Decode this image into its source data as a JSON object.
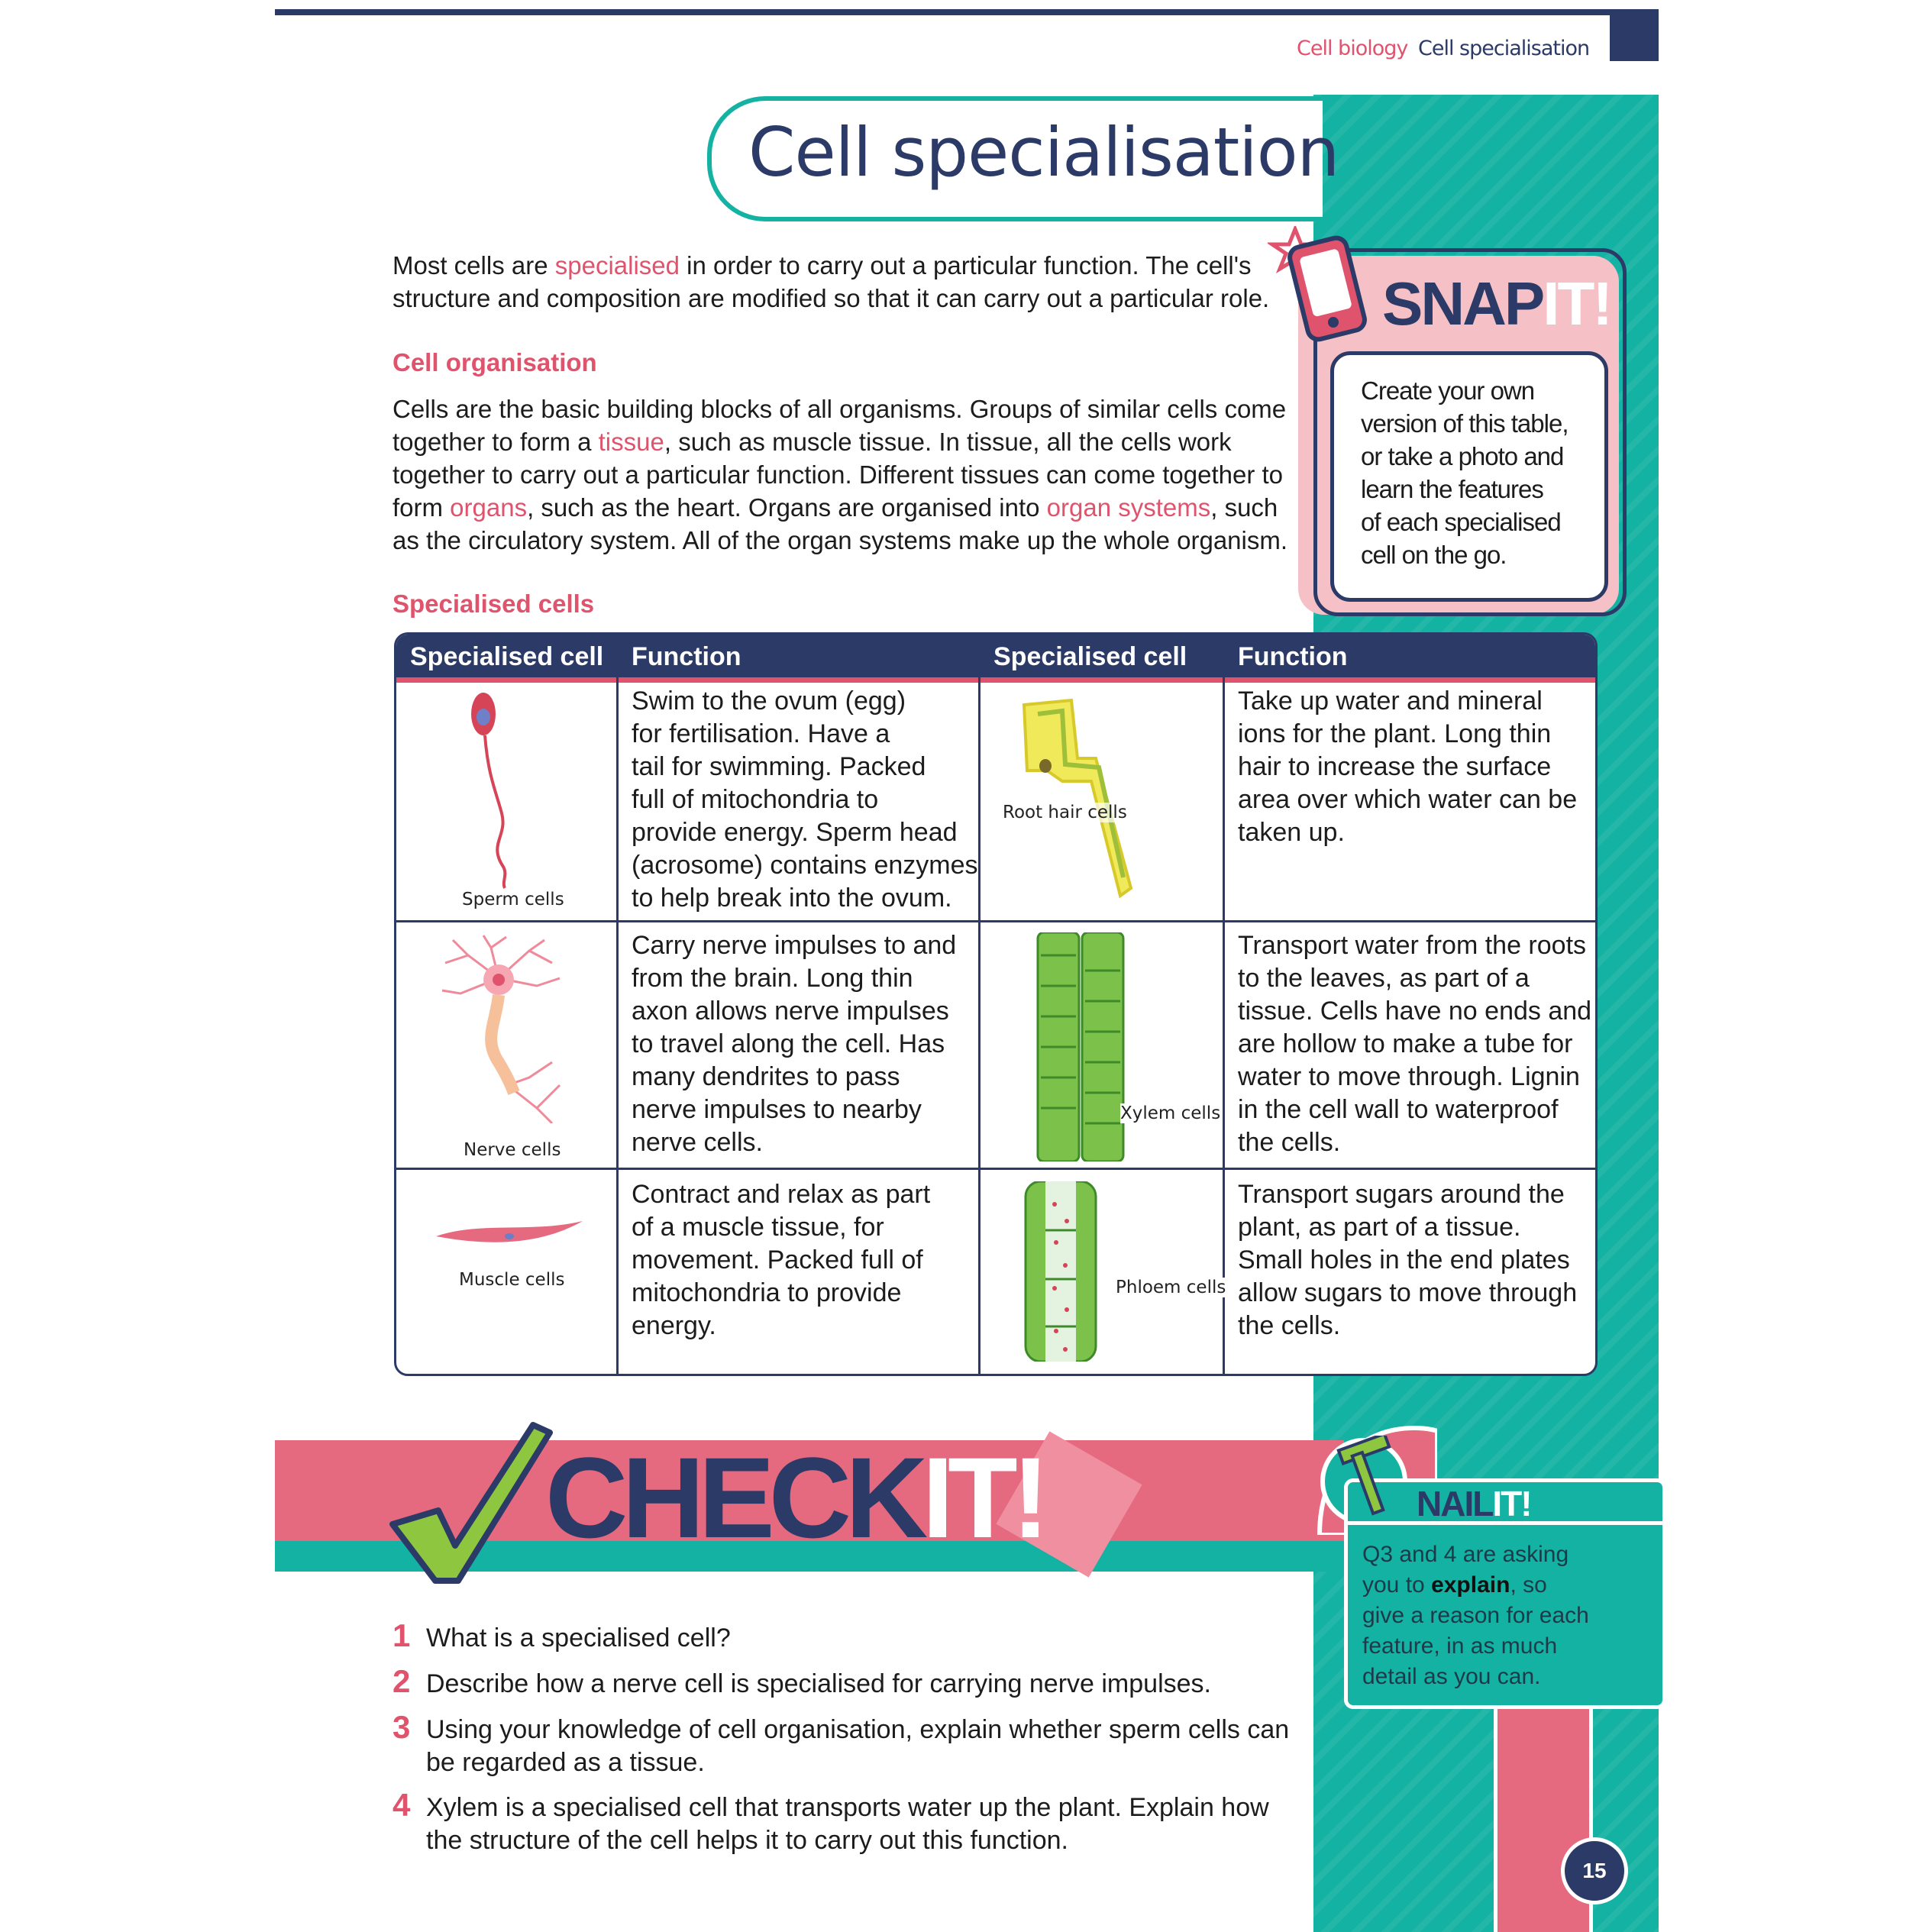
{
  "header": {
    "section": "Cell biology",
    "topic": "Cell specialisation"
  },
  "title": "Cell specialisation",
  "intro": {
    "p1": "Most cells are ",
    "term": "specialised",
    "p2": " in order to carry out a particular function. The cell's",
    "line2": "structure and composition are modified so that it can carry out a particular role."
  },
  "organisation": {
    "heading": "Cell organisation",
    "l1": "Cells are the basic building blocks of all organisms. Groups of similar cells come",
    "l2a": "together to form a ",
    "l2term": "tissue",
    "l2b": ", such as muscle tissue. In tissue, all the cells work",
    "l3": "together to carry out a particular function. Different tissues can come together to",
    "l4a": "form ",
    "l4term1": "organs",
    "l4b": ", such as the heart. Organs are organised into ",
    "l4term2": "organ systems",
    "l4c": ", such",
    "l5": "as the circulatory system. All of the organ systems make up the whole organism."
  },
  "specialised_heading": "Specialised cells",
  "snap": {
    "title_a": "SNAP",
    "title_b": "IT!",
    "lines": [
      "Create your own",
      "version of this table,",
      "or take a photo and",
      "learn the features",
      "of each specialised",
      "cell on the go."
    ]
  },
  "table": {
    "headers": [
      "Specialised cell",
      "Function",
      "Specialised cell",
      "Function"
    ],
    "rows": [
      {
        "left_label": "Sperm cells",
        "left_fn": [
          "Swim to the ovum (egg)",
          "for fertilisation. Have a",
          "tail for swimming. Packed",
          "full of mitochondria to",
          "provide energy. Sperm head",
          "(acrosome) contains enzymes",
          "to help break into the ovum."
        ],
        "right_label": "Root hair cells",
        "right_fn": [
          "Take up water and mineral",
          "ions for the plant. Long thin",
          "hair to increase the surface",
          "area over which water can be",
          "taken up."
        ]
      },
      {
        "left_label": "Nerve cells",
        "left_fn": [
          "Carry nerve impulses to and",
          "from the brain. Long thin",
          "axon allows nerve impulses",
          "to travel along the cell. Has",
          "many dendrites to pass",
          "nerve impulses to nearby",
          "nerve cells."
        ],
        "right_label": "Xylem cells",
        "right_fn": [
          "Transport water from the roots",
          "to the leaves, as part of a",
          "tissue. Cells have no ends and",
          "are hollow to make a tube for",
          "water to move through. Lignin",
          "in the cell wall to waterproof",
          "the cells."
        ]
      },
      {
        "left_label": "Muscle cells",
        "left_fn": [
          "Contract and relax as part",
          "of a muscle tissue, for",
          "movement. Packed full of",
          "mitochondria to provide",
          "energy."
        ],
        "right_label": "Phloem cells",
        "right_fn": [
          "Transport sugars around the",
          "plant, as part of a tissue.",
          "Small holes in the end plates",
          "allow sugars to move through",
          "the cells."
        ]
      }
    ]
  },
  "check": {
    "title_a": "CHECK",
    "title_b": "IT!",
    "questions": [
      {
        "num": "1",
        "lines": [
          "What is a specialised cell?"
        ]
      },
      {
        "num": "2",
        "lines": [
          "Describe how a nerve cell is specialised for carrying nerve impulses."
        ]
      },
      {
        "num": "3",
        "lines": [
          "Using your knowledge of cell organisation, explain whether sperm cells can",
          "be regarded as a tissue."
        ]
      },
      {
        "num": "4",
        "lines": [
          "Xylem is a specialised cell that transports water up the plant. Explain how",
          "the structure of the cell helps it to carry out this function."
        ]
      }
    ]
  },
  "nail": {
    "title_a": "NAIL",
    "title_b": "IT!",
    "l1": "Q3 and 4 are asking",
    "l2a": "you to ",
    "l2b": "explain",
    "l2c": ", so",
    "l3": "give a reason for each",
    "l4": "feature, in as much",
    "l5": "detail as you can."
  },
  "page_number": "15",
  "colors": {
    "navy": "#2b3a67",
    "pink": "#e0536d",
    "teal": "#13b2a2",
    "light_pink": "#f6c1c6"
  }
}
